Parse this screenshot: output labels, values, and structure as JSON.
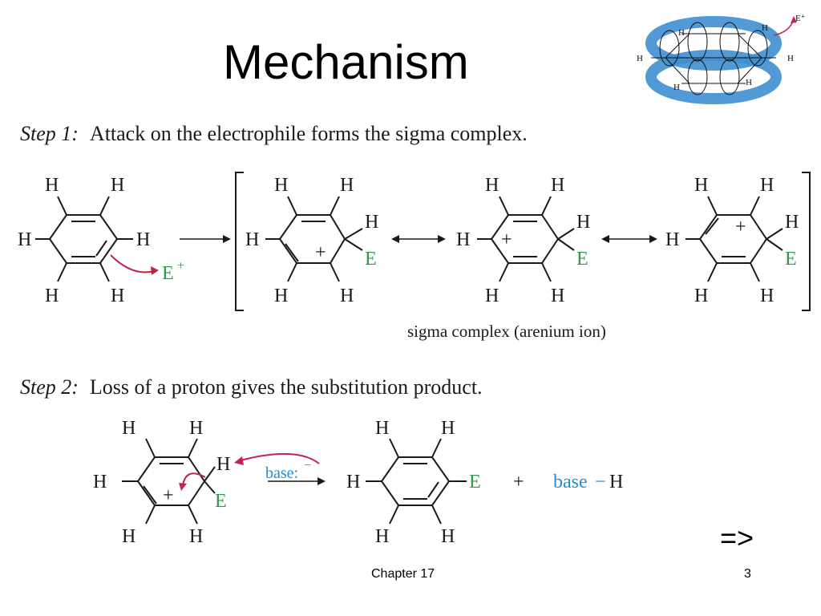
{
  "slide": {
    "title": "Mechanism",
    "footer_center": "Chapter 17",
    "page_number": "3",
    "next_arrow": "=>"
  },
  "orbital_figure": {
    "description_icon": "benzene-pi-orbital-icon",
    "h_label": "H",
    "electrophile": "E⁺",
    "colors": {
      "ring": "#3f8fd0",
      "arrow": "#c0264c"
    }
  },
  "step1": {
    "label": "Step 1:",
    "text": "Attack on the electrophile forms the sigma complex.",
    "caption": "sigma complex (arenium ion)",
    "atom_h": "H",
    "atom_e": "E",
    "charge": "+",
    "electrophile": "E",
    "electrophile_charge": "+"
  },
  "step2": {
    "label": "Step 2:",
    "text": "Loss of a proton gives the substitution product.",
    "base": "base:",
    "base_charge": "−",
    "plus": "+",
    "base_h_base": "base",
    "base_h_bond": "−",
    "base_h_h": "H"
  },
  "colors": {
    "text": "#1a1a1a",
    "electrophile_green": "#2e9a47",
    "arrow_magenta": "#c0264c",
    "base_blue": "#1f8fd1"
  }
}
